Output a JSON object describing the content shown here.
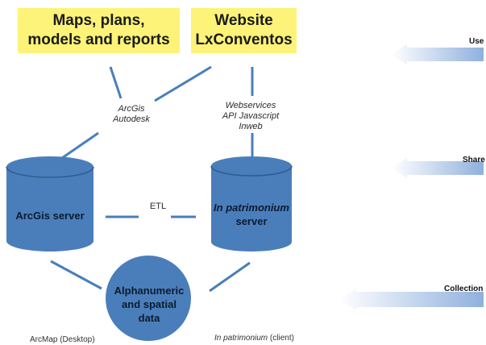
{
  "boxes": {
    "maps": [
      "Maps, plans,",
      "models and reports"
    ],
    "website": [
      "Website",
      "LxConventos"
    ]
  },
  "labels": {
    "arcgis_autodesk": [
      "ArcGis",
      "Autodesk"
    ],
    "webservices": [
      "Webservices",
      "API Javascript",
      "Inweb"
    ],
    "etl": "ETL"
  },
  "servers": {
    "arcgis": "ArcGis server",
    "in_patrimonium": [
      "In patrimonium",
      "server"
    ]
  },
  "data_node": [
    "Alphanumeric",
    "and spatial",
    "data"
  ],
  "footer": {
    "arcmap": "ArcMap (Desktop)",
    "in_patrimonium_italic": "In patrimonium",
    "in_patrimonium_rest": " (client)"
  },
  "stages": {
    "use": "Use",
    "share": "Share",
    "collection": "Collection"
  },
  "colors": {
    "box_fill": "#fdf378",
    "node_fill": "#4a7ebb",
    "connector": "#4a7ebb",
    "arrow_light": "#ffffff",
    "arrow_dark": "#8fb0dd"
  }
}
